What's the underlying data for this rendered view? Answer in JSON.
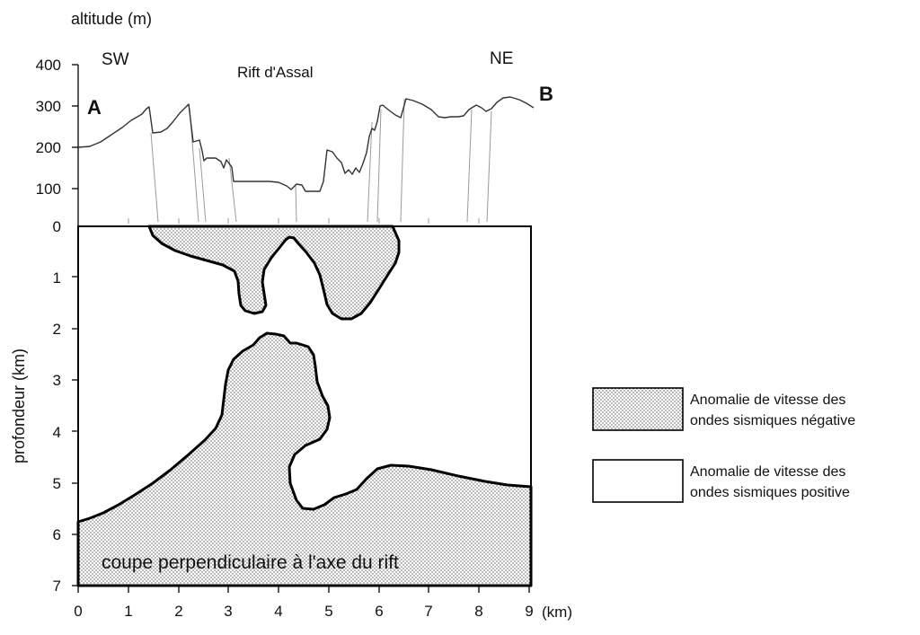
{
  "figure": {
    "altitude_axis_label": "altitude (m)",
    "altitude_ticks": [
      "400",
      "300",
      "200",
      "100",
      "0"
    ],
    "direction_left": "SW",
    "direction_right": "NE",
    "point_a": "A",
    "point_b": "B",
    "rift_label": "Rift d'Assal",
    "depth_axis_label": "profondeur (km)",
    "depth_ticks": [
      "0",
      "1",
      "2",
      "3",
      "4",
      "5",
      "6",
      "7"
    ],
    "distance_ticks": [
      "0",
      "1",
      "2",
      "3",
      "4",
      "5",
      "6",
      "7",
      "8",
      "9"
    ],
    "distance_unit": "(km)",
    "section_caption": "coupe perpendiculaire à l'axe du rift"
  },
  "legend": {
    "negative_line1": "Anomalie de vitesse des",
    "negative_line2": "ondes sismiques négative",
    "positive_line1": "Anomalie de vitesse des",
    "positive_line2": "ondes sismiques positive"
  },
  "colors": {
    "line": "#000000",
    "profile": "#333333",
    "fault": "#9a9a9a",
    "stipple": "#555555"
  }
}
